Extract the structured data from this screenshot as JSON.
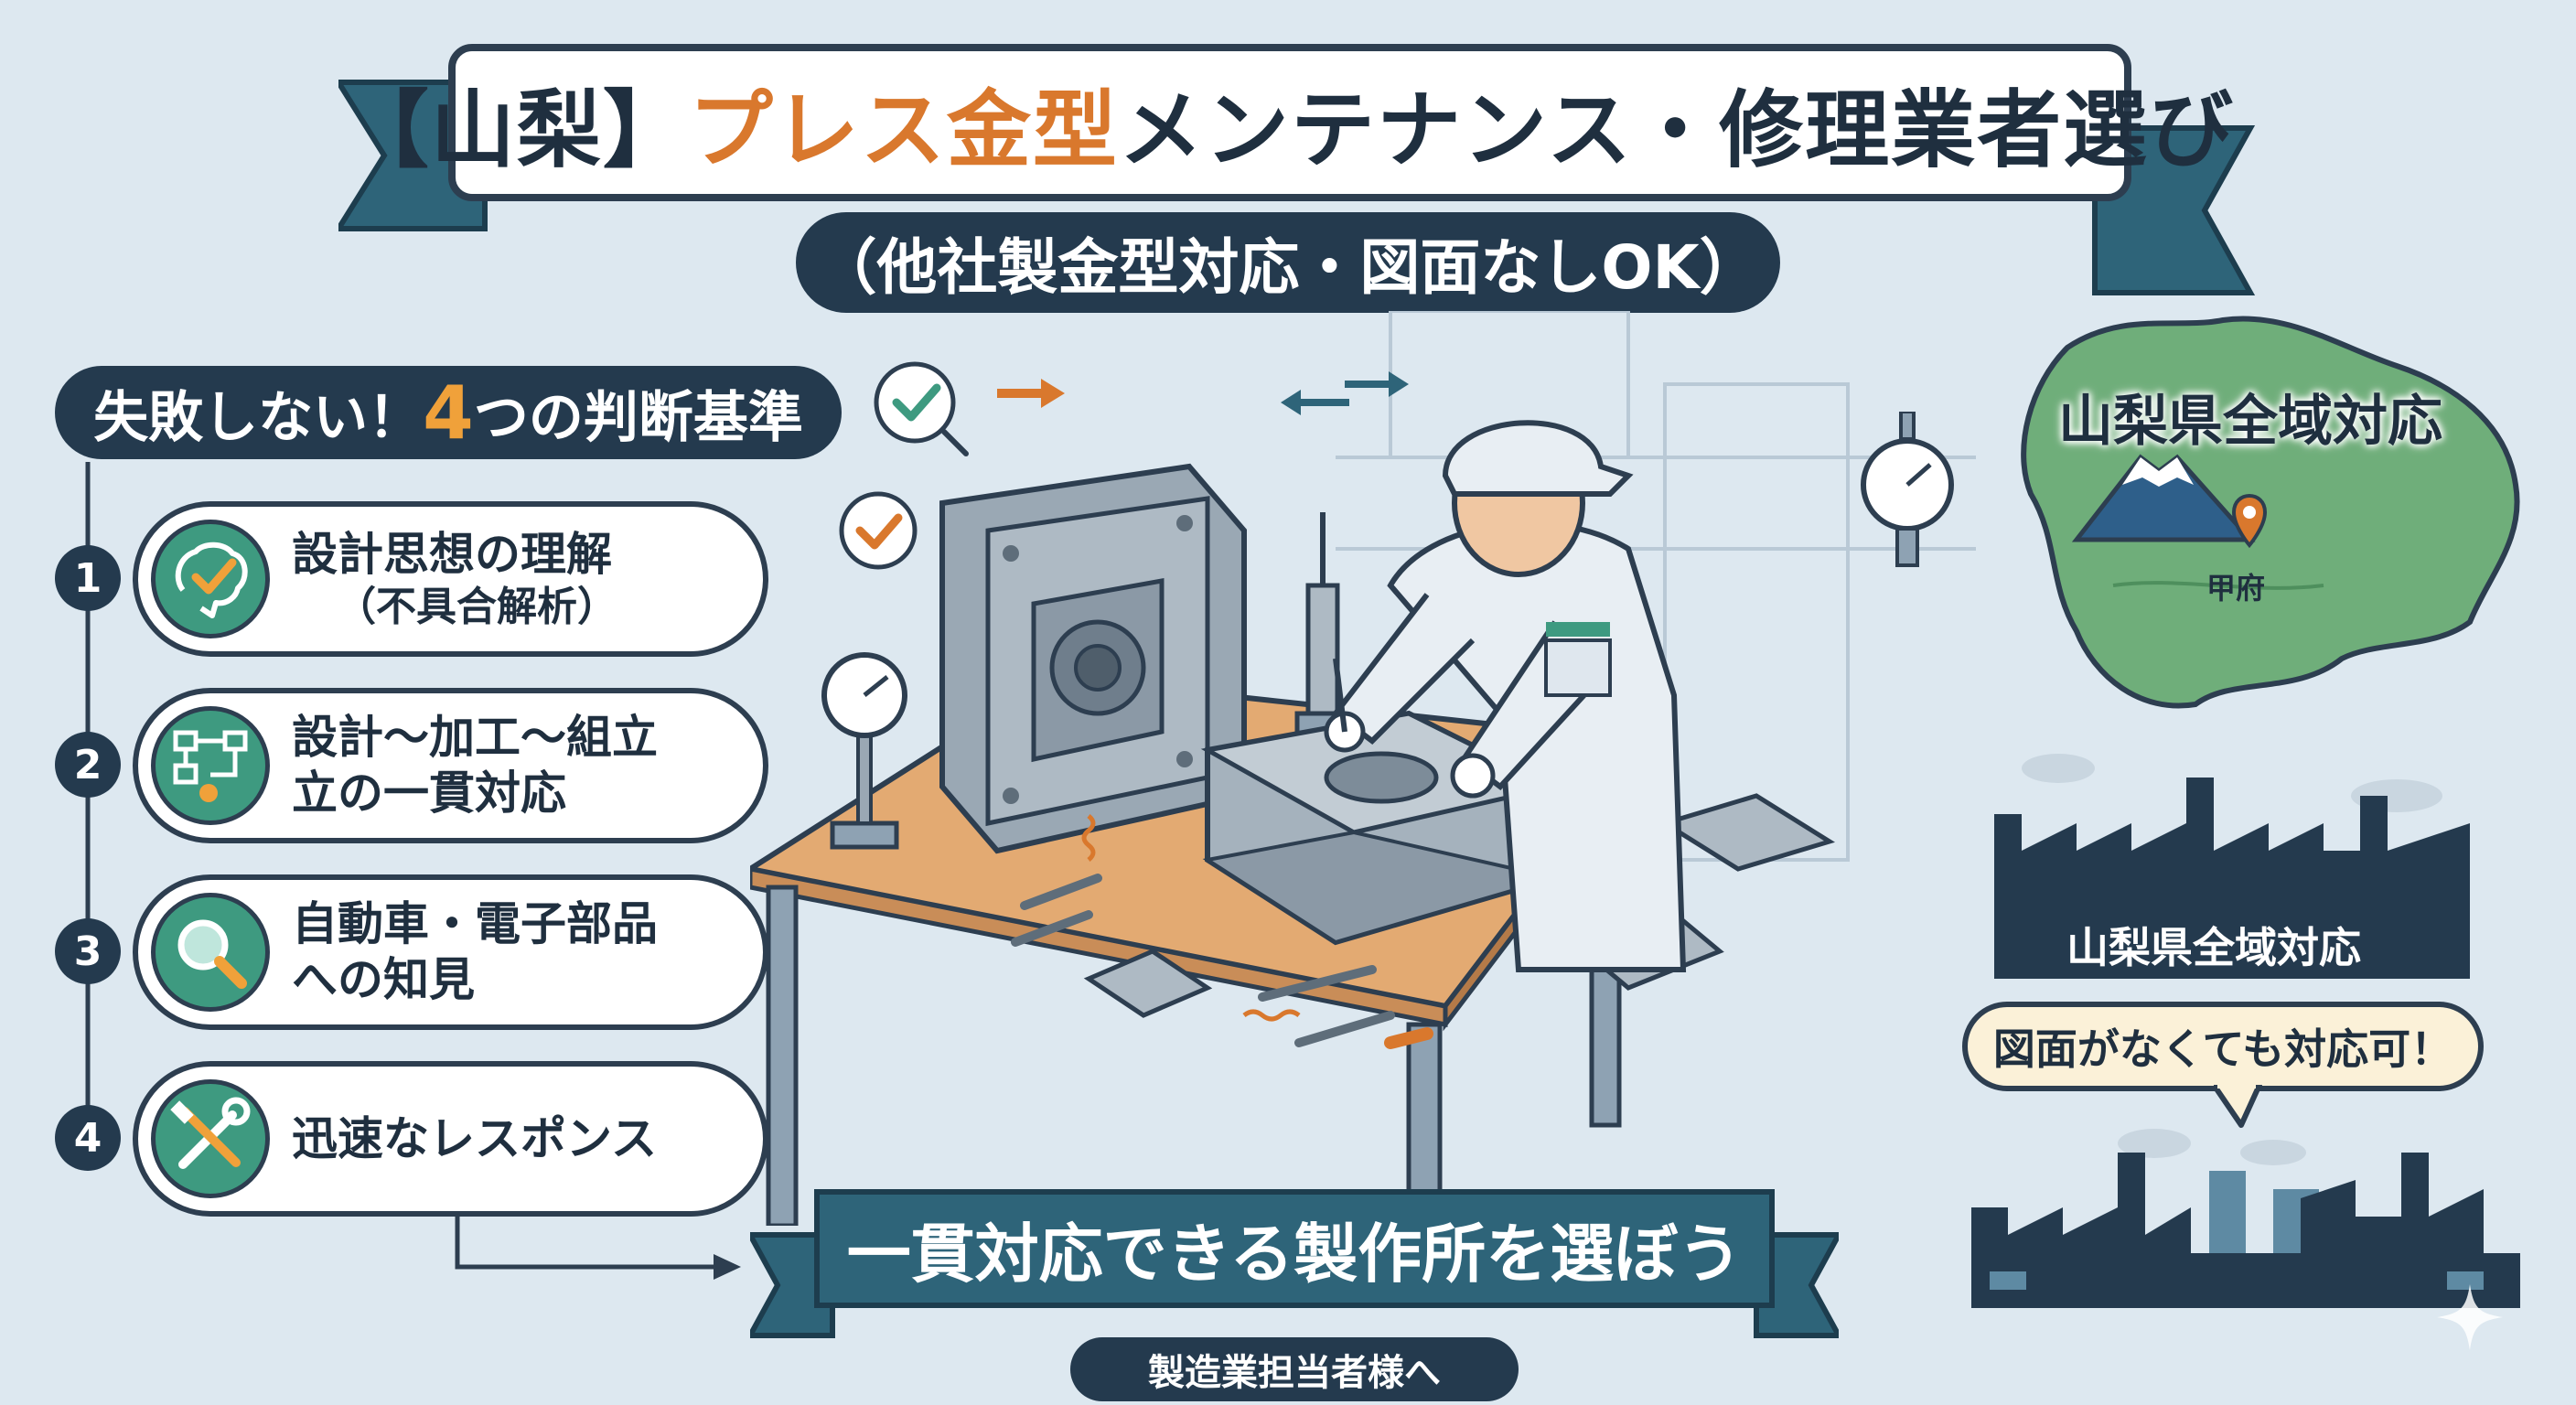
{
  "title": {
    "bracket_left": "【山梨】",
    "accent": "プレス金型",
    "rest": "メンテナンス・修理業者選び"
  },
  "subtitle": "（他社製金型対応・図面なしOK）",
  "criteria": {
    "header_pre": "失敗しない！",
    "header_num": "4",
    "header_post": "つの判断基準",
    "items": [
      {
        "number": "1",
        "line1": "設計思想の理解",
        "line2": "（不具合解析）",
        "icon": "checkmark-brain-icon"
      },
      {
        "number": "2",
        "line1": "設計〜加工〜組立",
        "line2": "立の一貫対応",
        "icon": "flowchart-icon"
      },
      {
        "number": "3",
        "line1": "自動車・電子部品",
        "line2": "への知見",
        "icon": "magnifier-icon"
      },
      {
        "number": "4",
        "line1": "迅速なレスポンス",
        "line2": "",
        "icon": "wrench-screwdriver-icon"
      }
    ]
  },
  "banner": "一貫対応できる製作所を選ぼう",
  "footer": "製造業担当者様へ",
  "map": {
    "label": "山梨県全域対応",
    "pin_label": "甲府"
  },
  "factory_label": "山梨県全域対応",
  "speech_bubble": "図面がなくても対応可！",
  "colors": {
    "navy": "#243a4e",
    "teal": "#3e9a80",
    "orange": "#d9782d",
    "banner": "#2e6479",
    "map_green": "#6fae7a",
    "background": "#dde8f0"
  }
}
